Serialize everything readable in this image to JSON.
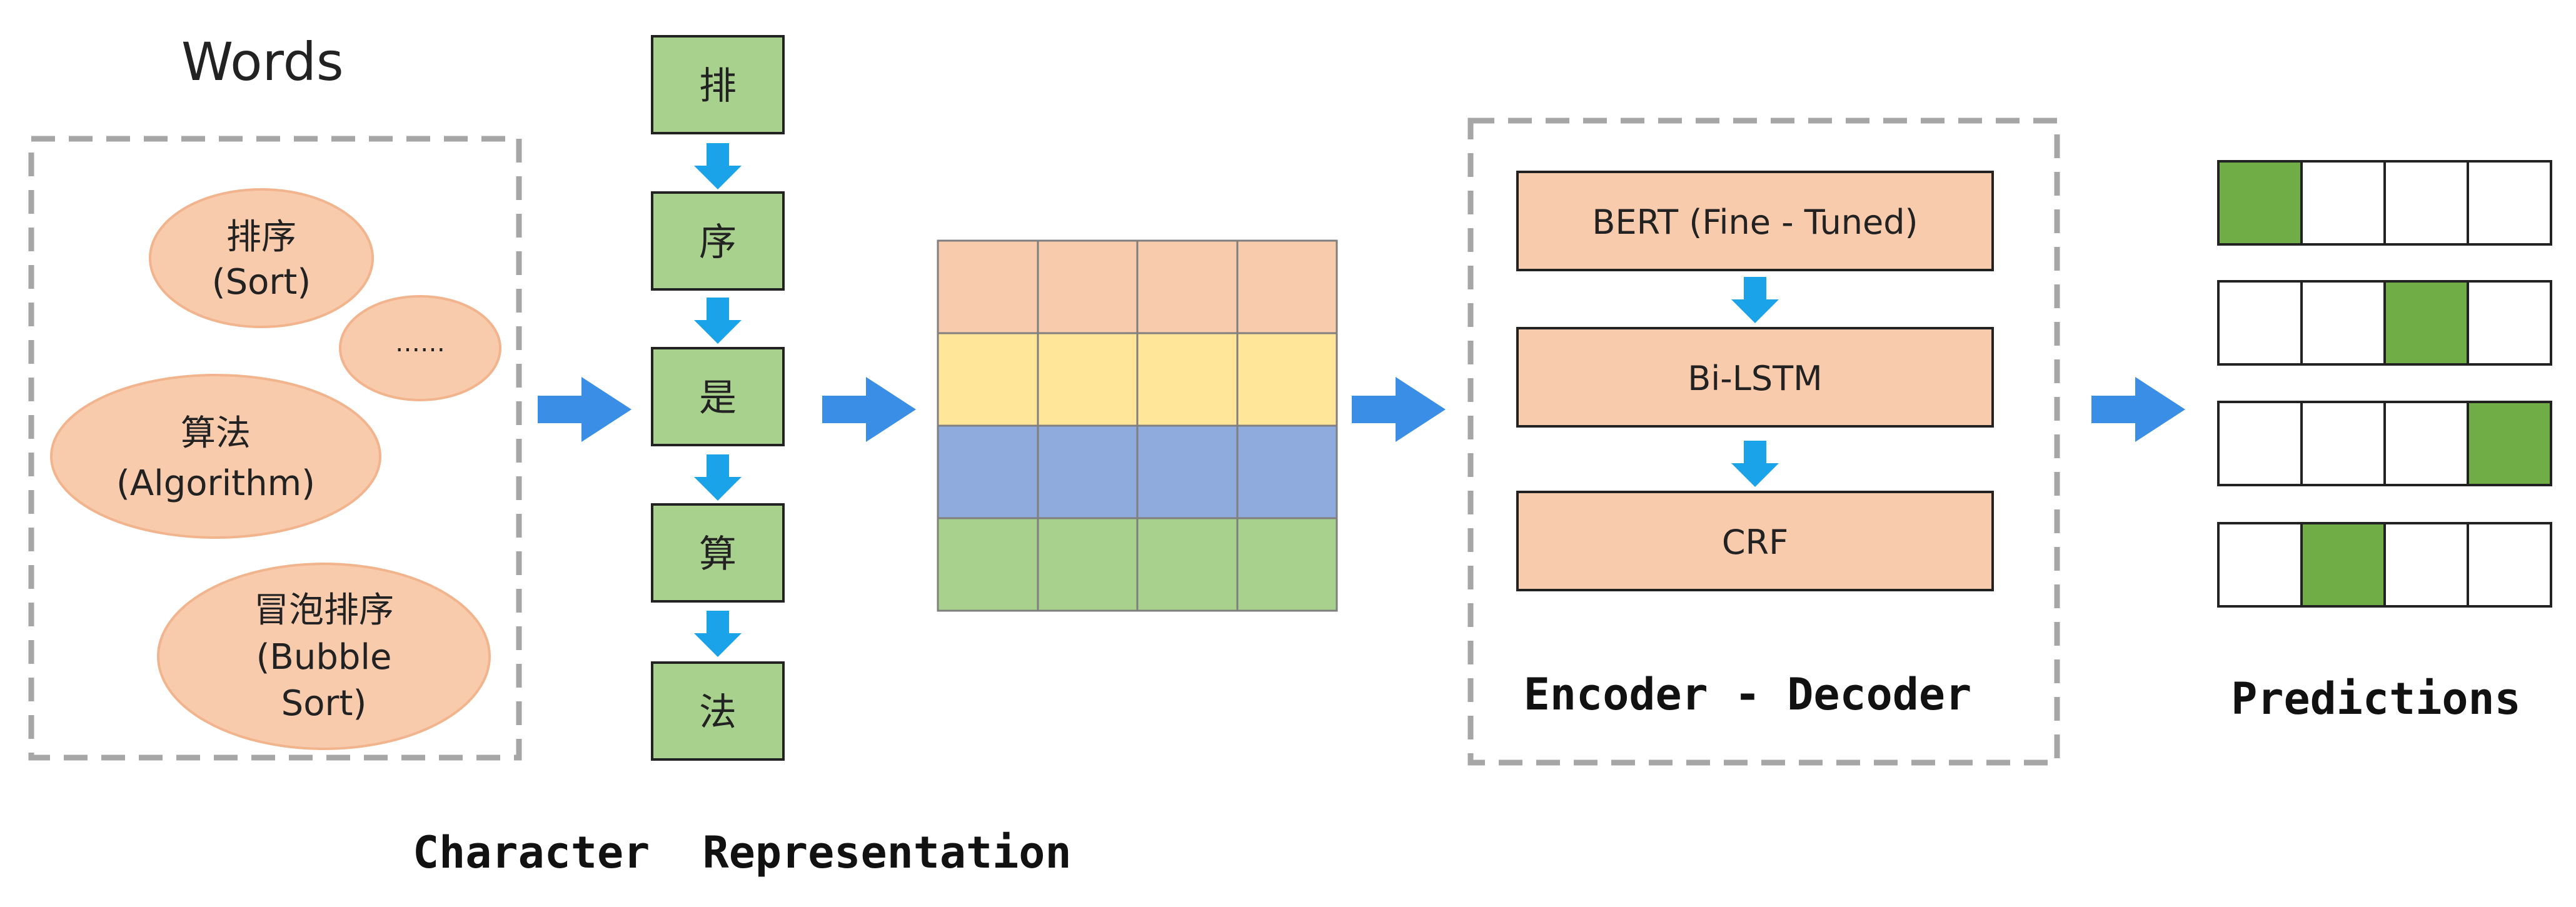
{
  "words": {
    "title": "Words",
    "items": [
      {
        "zh": "排序",
        "en": "(Sort)"
      },
      {
        "zh": "……",
        "en": ""
      },
      {
        "zh": "算法",
        "en": "(Algorithm)"
      },
      {
        "zh": "冒泡排序",
        "en": "(Bubble",
        "en2": "Sort)"
      }
    ]
  },
  "characters": {
    "items": [
      "排",
      "序",
      "是",
      "算",
      "法"
    ],
    "caption": "Character  Representation"
  },
  "embedding": {
    "row_colors": [
      "#f8cbad",
      "#ffe699",
      "#8faadc",
      "#a9d18e"
    ],
    "columns": 4
  },
  "encoder_decoder": {
    "layers": [
      "BERT (Fine - Tuned)",
      "Bi-LSTM",
      "CRF"
    ],
    "caption": "Encoder - Decoder",
    "layer_color": "#f8cbad"
  },
  "predictions": {
    "caption": "Predictions",
    "rows": [
      0,
      2,
      3,
      1
    ],
    "columns": 4,
    "active_color": "#70ad47"
  },
  "colors": {
    "arrow": "#3a8ee6",
    "small_arrow": "#1aa3e8",
    "char_box": "#a9d18e",
    "ellipse": "#f8cbad",
    "dashed_border": "#a6a6a6"
  }
}
